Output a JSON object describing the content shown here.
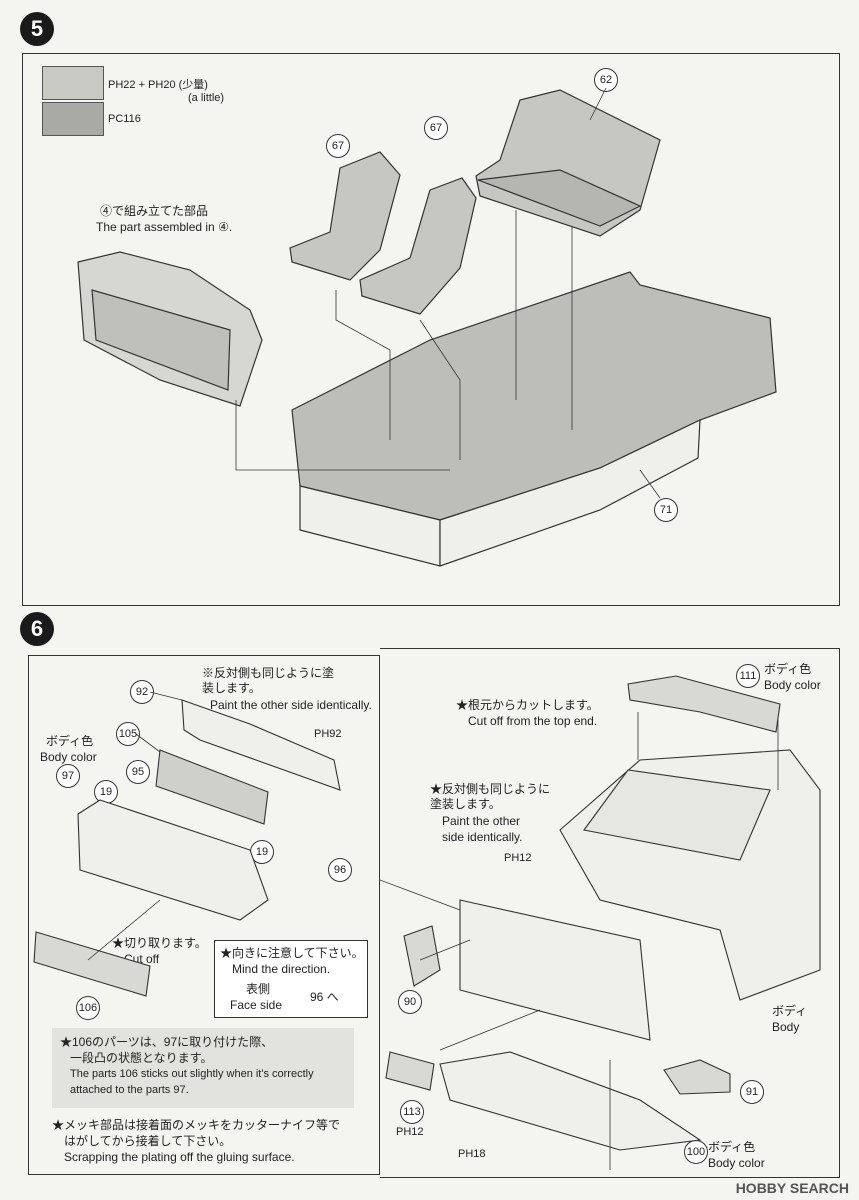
{
  "step5": {
    "number": "5",
    "legend": {
      "swatch1_code": "PH22 + PH20 (少量)",
      "swatch1_note": "(a little)",
      "swatch2_code": "PC116",
      "color_light": "#c9c9c4",
      "color_dark": "#a9a9a5"
    },
    "assembled_ja": "④で組み立てた部品",
    "assembled_en": "The part assembled in ④.",
    "callouts": [
      "62",
      "67",
      "67",
      "71"
    ]
  },
  "step6": {
    "number": "6",
    "note_reverse_left_ja": "※反対側も同じように塗装します。",
    "note_reverse_left_en": "Paint the other side identically.",
    "body_color_ja": "ボディ色",
    "body_color_en": "Body color",
    "ph92": "PH92",
    "cut_off_ja": "★切り取ります。",
    "cut_off_en": "Cut off",
    "direction_ja": "★向きに注意して下さい。",
    "direction_en": "Mind the direction.",
    "face_side_ja": "表側",
    "face_side_en": "Face side",
    "face_side_target": "96 へ",
    "root_cut_ja": "★根元からカットします。",
    "root_cut_en": "Cut off from the top end.",
    "reverse_right_ja": "★反対側も同じように塗装します。",
    "reverse_right_en1": "Paint the other",
    "reverse_right_en2": "side identically.",
    "ph12": "PH12",
    "body_ja": "ボディ",
    "body_en": "Body",
    "parts_note_ja1": "★106のパーツは、97に取り付けた際、",
    "parts_note_ja2": "一段凸の状態となります。",
    "parts_note_en1": "The parts 106 sticks out slightly when it's correctly",
    "parts_note_en2": "attached to the parts 97.",
    "plating_ja1": "★メッキ部品は接着面のメッキをカッターナイフ等で",
    "plating_ja2": "はがしてから接着して下さい。",
    "plating_en": "Scrapping the plating off the gluing surface.",
    "ph18": "PH18",
    "callouts": [
      "92",
      "105",
      "95",
      "97",
      "19",
      "19",
      "96",
      "106",
      "111",
      "90",
      "91",
      "113",
      "100"
    ]
  },
  "watermark": "HOBBY SEARCH"
}
